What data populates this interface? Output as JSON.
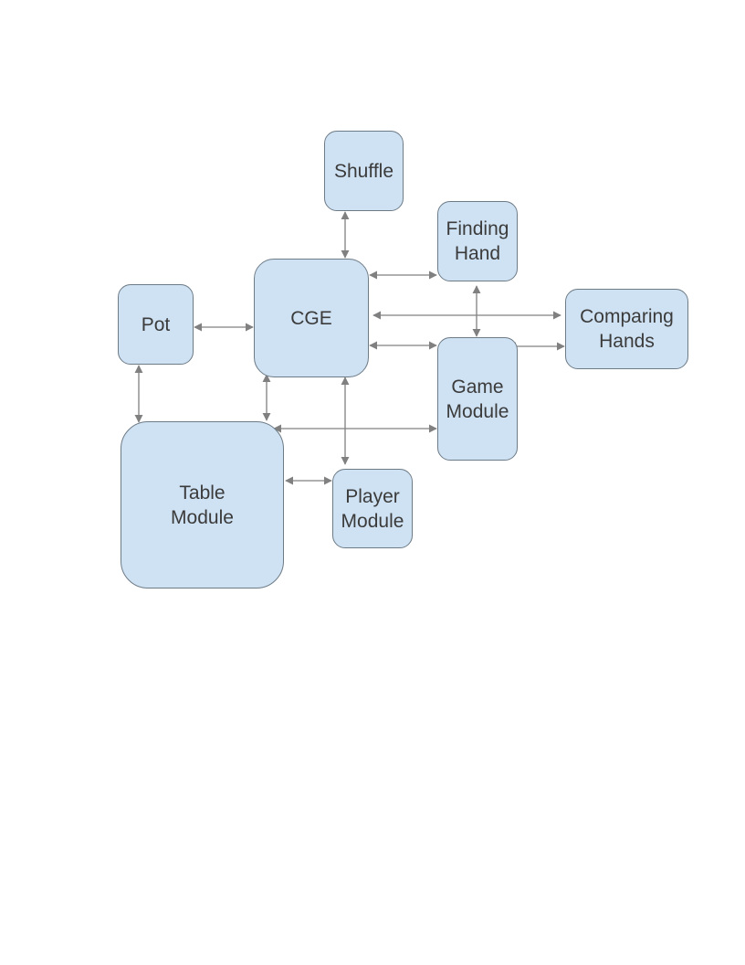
{
  "nodes": {
    "shuffle": "Shuffle",
    "finding_hand": "Finding\nHand",
    "cge": "CGE",
    "pot": "Pot",
    "comparing_hands": "Comparing\nHands",
    "game_module": "Game\nModule",
    "table_module": "Table\nModule",
    "player_module": "Player\nModule"
  },
  "colors": {
    "node_fill": "#cfe2f3",
    "node_border": "#6d7b86",
    "connector": "#808080",
    "text": "#3b3b3b"
  },
  "connectors": [
    {
      "from": "shuffle",
      "to": "cge",
      "bidirectional": true
    },
    {
      "from": "cge",
      "to": "finding_hand",
      "bidirectional": true
    },
    {
      "from": "cge",
      "to": "comparing_hands",
      "bidirectional": true
    },
    {
      "from": "finding_hand",
      "to": "game_module",
      "bidirectional": true
    },
    {
      "from": "cge",
      "to": "game_module",
      "bidirectional": true
    },
    {
      "from": "game_module",
      "to": "comparing_hands",
      "bidirectional": true
    },
    {
      "from": "pot",
      "to": "cge",
      "bidirectional": true
    },
    {
      "from": "pot",
      "to": "table_module",
      "bidirectional": true
    },
    {
      "from": "cge",
      "to": "table_module",
      "bidirectional": true
    },
    {
      "from": "table_module",
      "to": "game_module",
      "bidirectional": true
    },
    {
      "from": "cge",
      "to": "player_module",
      "bidirectional": true
    },
    {
      "from": "table_module",
      "to": "player_module",
      "bidirectional": true
    }
  ]
}
